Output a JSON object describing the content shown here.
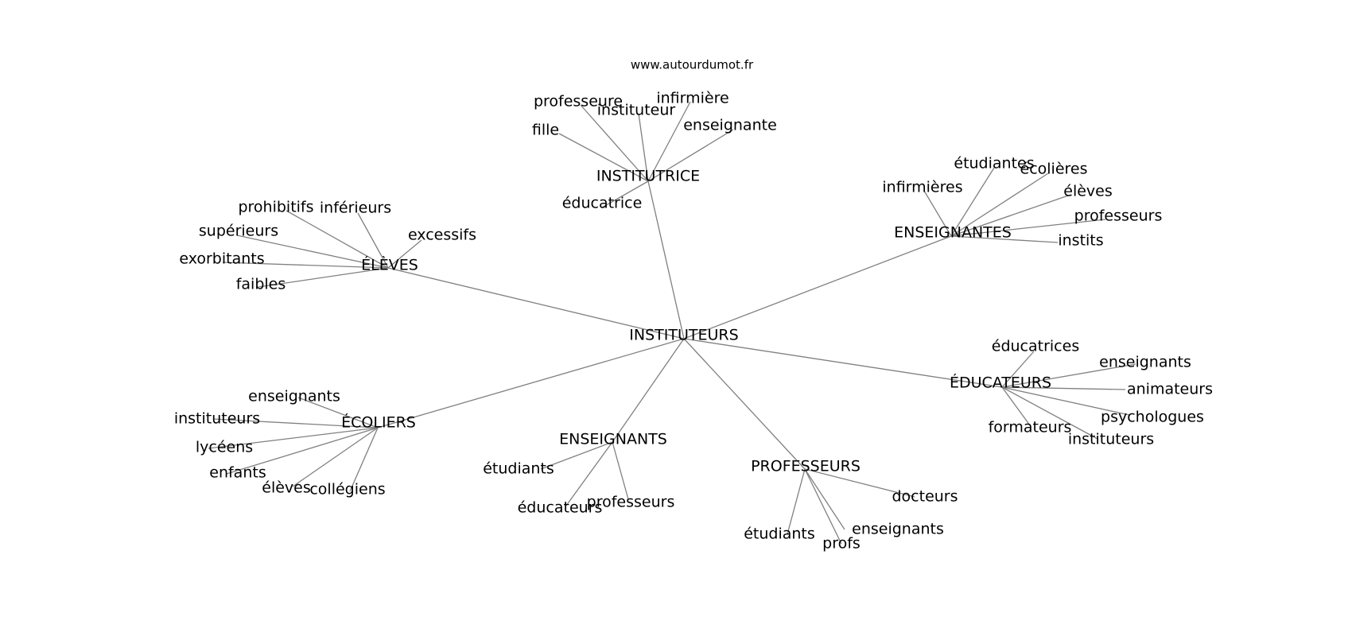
{
  "source": "www.autourdumot.fr",
  "root": "INSTITUTEURS",
  "groups": [
    {
      "hub": "INSTITUTRICE",
      "leaves": [
        "professeure",
        "instituteur",
        "infirmière",
        "enseignante",
        "fille",
        "éducatrice"
      ]
    },
    {
      "hub": "ÉLÈVES",
      "leaves": [
        "prohibitifs",
        "inférieurs",
        "excessifs",
        "supérieurs",
        "exorbitants",
        "faibles"
      ]
    },
    {
      "hub": "ENSEIGNANTES",
      "leaves": [
        "étudiantes",
        "écolières",
        "infirmières",
        "élèves",
        "professeurs",
        "instits"
      ]
    },
    {
      "hub": "ÉDUCATEURS",
      "leaves": [
        "éducatrices",
        "enseignants",
        "animateurs",
        "psychologues",
        "formateurs",
        "instituteurs"
      ]
    },
    {
      "hub": "ÉCOLIERS",
      "leaves": [
        "enseignants",
        "instituteurs",
        "lycéens",
        "enfants",
        "élèves",
        "collégiens"
      ]
    },
    {
      "hub": "ENSEIGNANTS",
      "leaves": [
        "étudiants",
        "éducateurs",
        "professeurs"
      ]
    },
    {
      "hub": "PROFESSEURS",
      "leaves": [
        "docteurs",
        "enseignants",
        "étudiants",
        "profs"
      ]
    }
  ]
}
